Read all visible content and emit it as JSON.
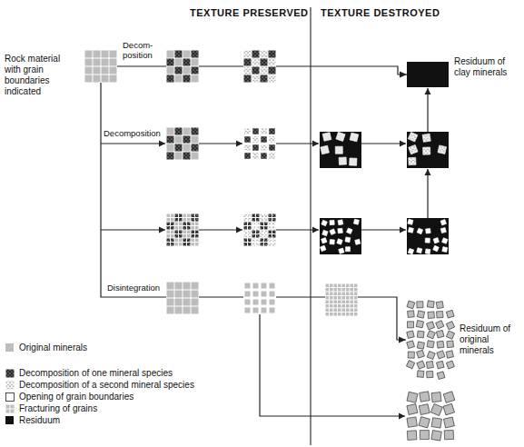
{
  "diagram": {
    "nodes": [
      {
        "text": [
          "Rock material with grain boundaries indicated"
        ]
      },
      {
        "text": [
          "Residuum of clay minerals"
        ]
      },
      {
        "text": [
          "Residuum of original minerals"
        ]
      }
    ],
    "edges": [
      {
        "from": 0,
        "to": 1,
        "arrow": "to"
      },
      {
        "from": 0,
        "to": 2,
        "arrow": "to"
      }
    ],
    "labels": [
      "TEXTURE PRESERVED",
      "TEXTURE DESTROYED",
      "Decom- position",
      "Decomposition",
      "Disintegration"
    ],
    "legend": [
      {
        "text": "Original minerals",
        "color": "#bdbdbd"
      },
      {
        "text": "Decomposition of one mineral species"
      },
      {
        "text": "Decomposition of a second mineral species"
      },
      {
        "text": "Opening of grain boundaries"
      },
      {
        "text": "Fracturing of grains"
      },
      {
        "text": "Residuum",
        "color": "#111111"
      }
    ]
  }
}
